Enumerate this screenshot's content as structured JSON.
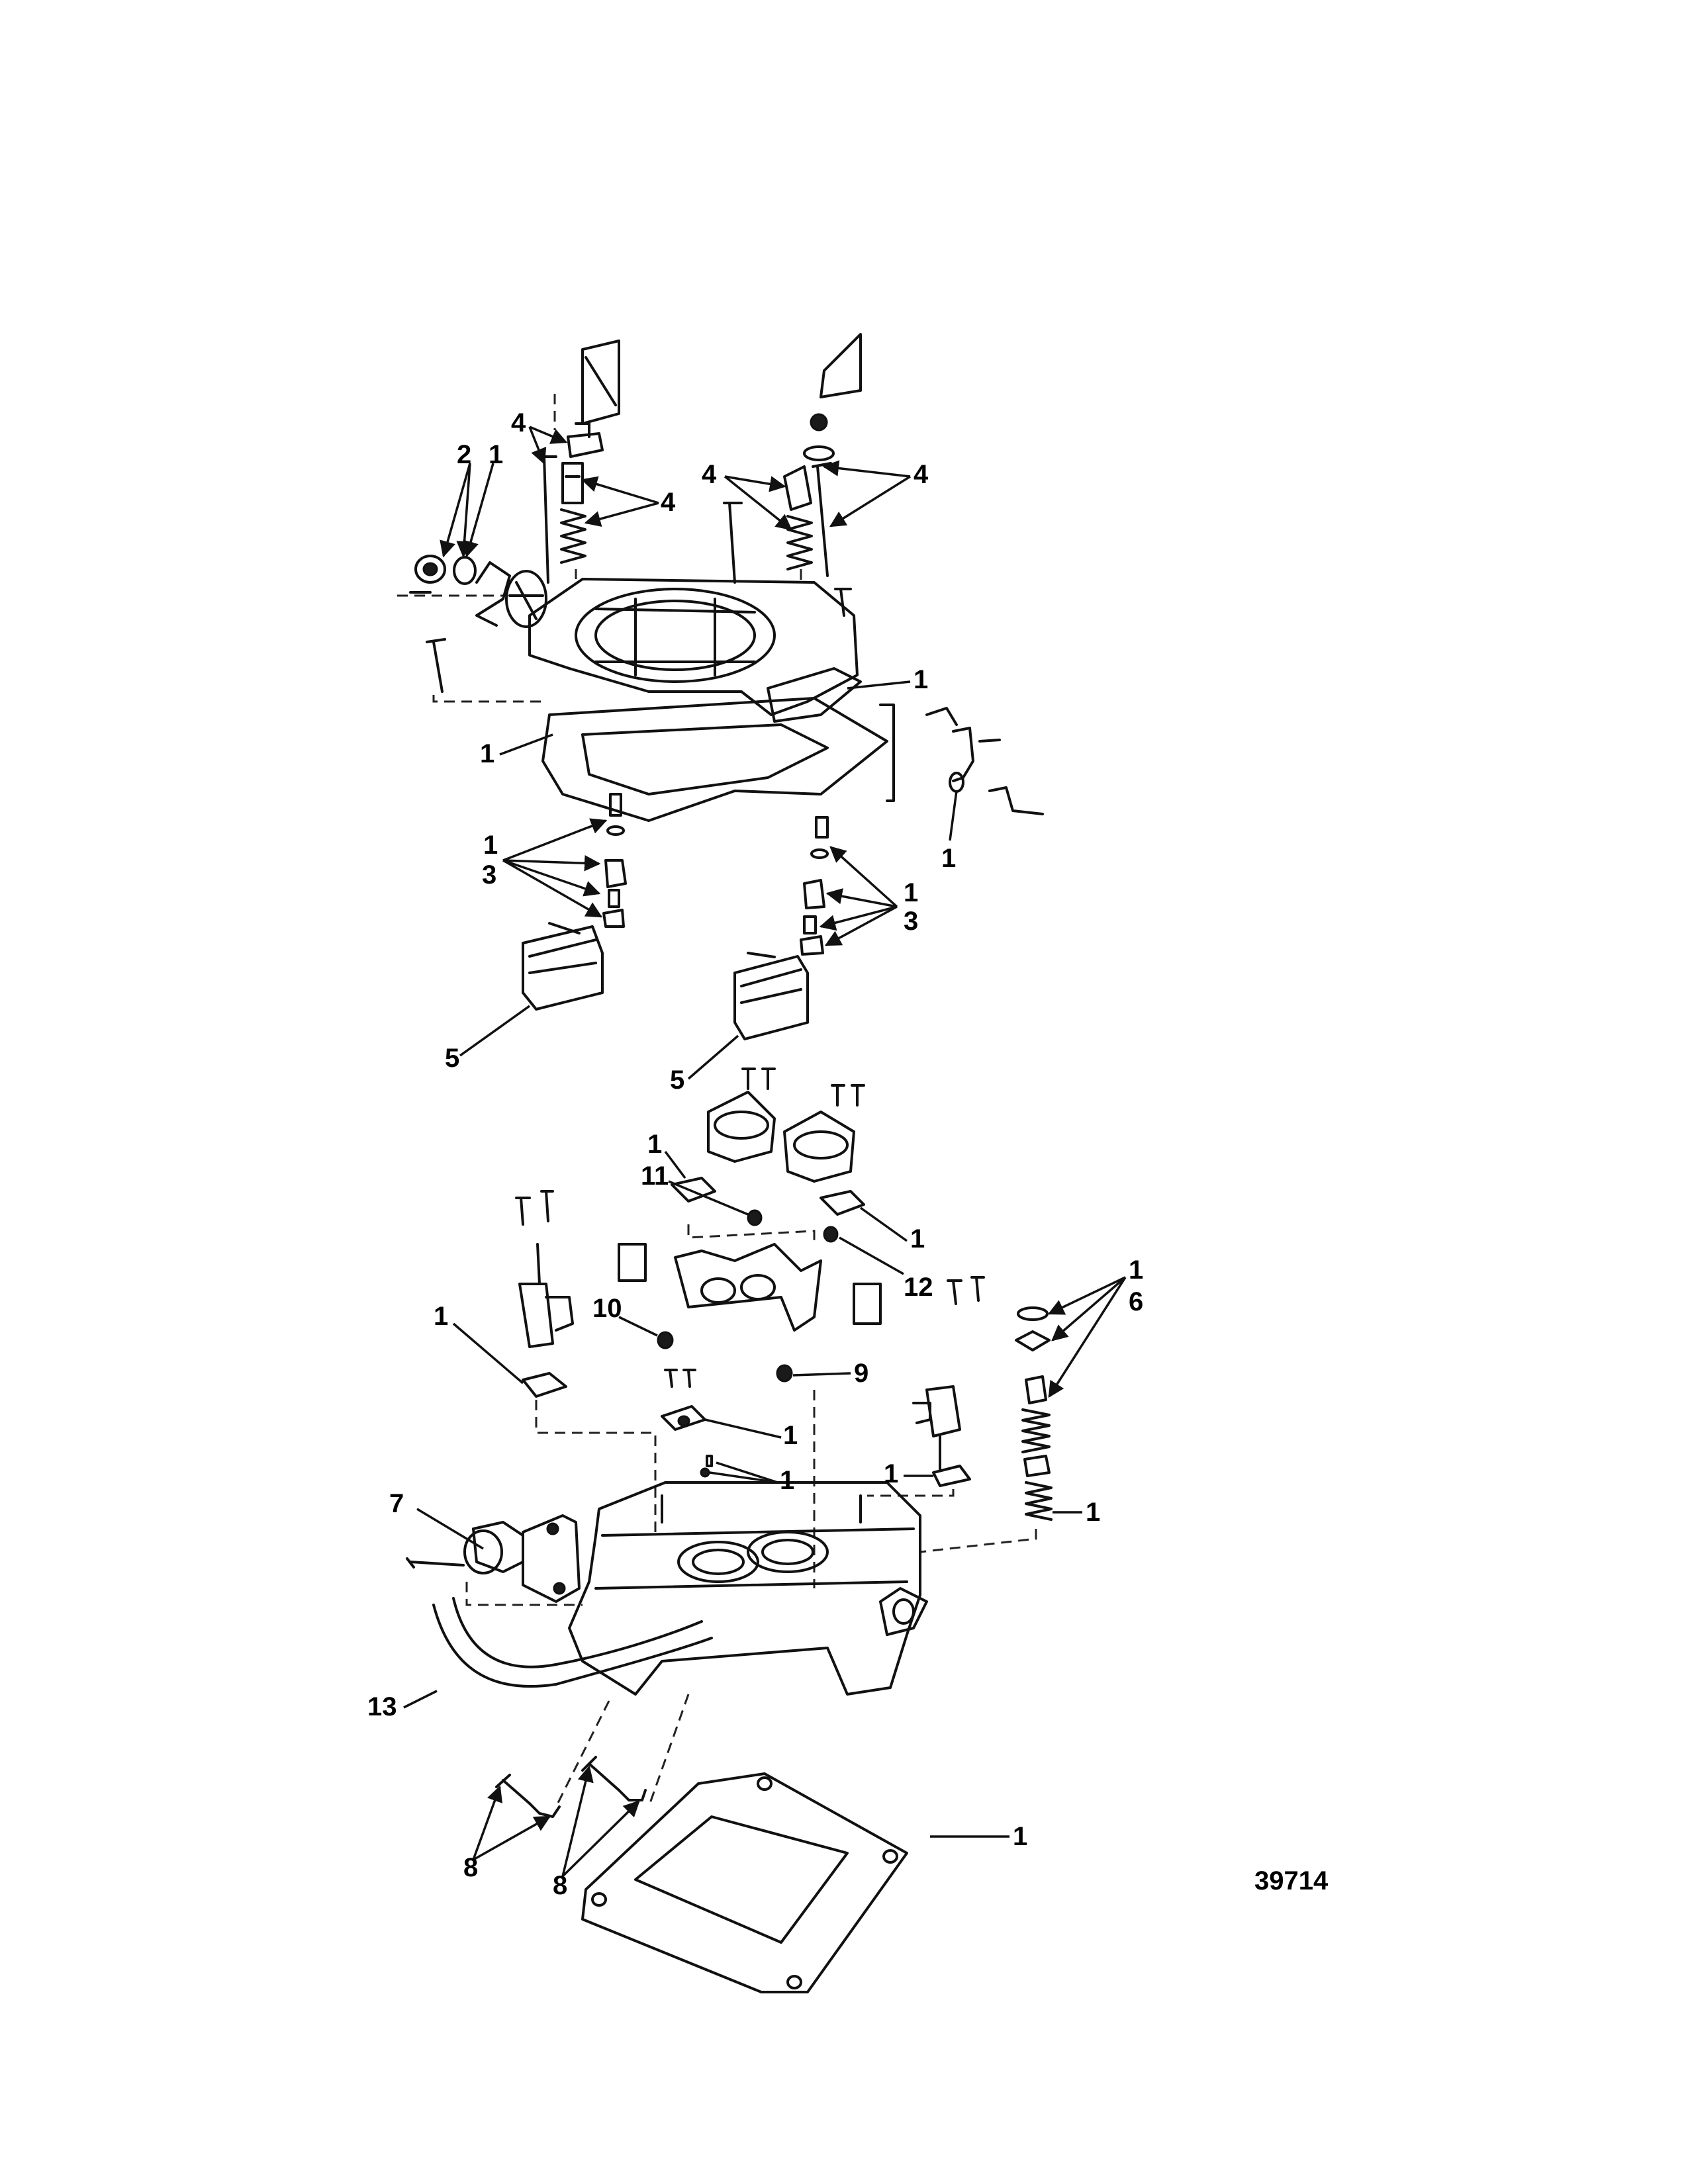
{
  "figure_number": "39714",
  "callouts": [
    "4",
    "2",
    "1",
    "4",
    "4",
    "4",
    "1",
    "1",
    "1",
    "1",
    "3",
    "1",
    "3",
    "1",
    "5",
    "5",
    "1",
    "11",
    "1",
    "12",
    "10",
    "9",
    "1",
    "6",
    "1",
    "1",
    "1",
    "1",
    "7",
    "13",
    "1",
    "8",
    "8"
  ]
}
